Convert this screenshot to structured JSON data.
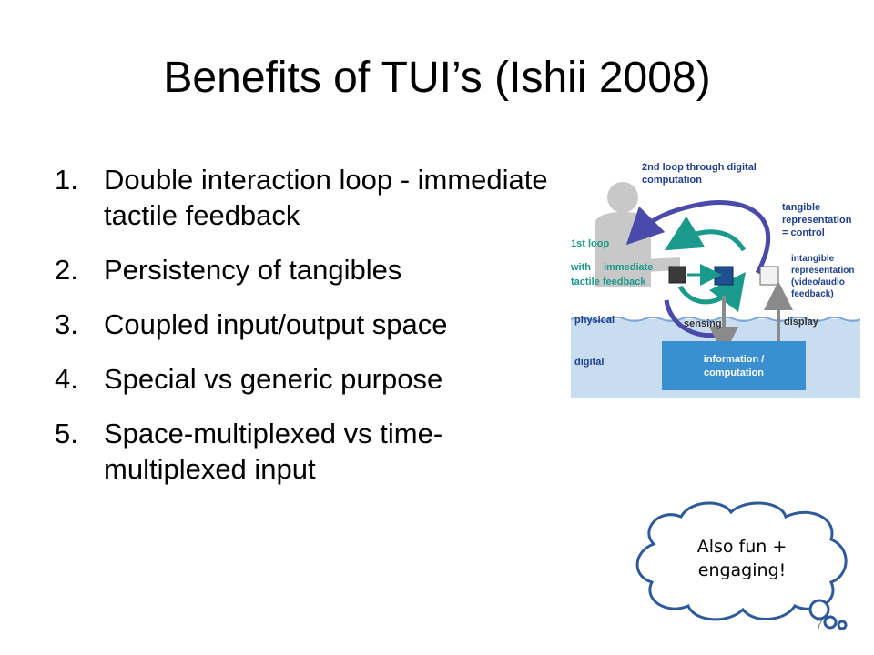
{
  "slide": {
    "title": "Benefits of TUI’s (Ishii 2008)",
    "page_number": "7"
  },
  "benefits": [
    {
      "num": "1.",
      "text": "Double interaction loop - immediate tactile feedback"
    },
    {
      "num": "2.",
      "text": "Persistency of tangibles"
    },
    {
      "num": "3.",
      "text": "Coupled input/output space"
    },
    {
      "num": "4.",
      "text": "Special vs generic purpose"
    },
    {
      "num": "5.",
      "text": "Space-multiplexed vs time-multiplexed input"
    }
  ],
  "diagram": {
    "loop2_line1": "2nd loop through digital",
    "loop2_line2": "computation",
    "tangible_line1": "tangible",
    "tangible_line2": "representation",
    "tangible_line3": "= control",
    "loop1_line1": "1st loop",
    "loop1_line2": "with",
    "loop1_line3": "tactile feedback",
    "immediate": "immediate",
    "intangible_line1": "intangible",
    "intangible_line2": "representation",
    "intangible_line3": "(video/audio",
    "intangible_line4": "feedback)",
    "physical": "physical",
    "sensing": "sensing",
    "display": "display",
    "digital": "digital",
    "info_line1": "information /",
    "info_line2": "computation",
    "colors": {
      "navy": "#1f3f8f",
      "teal": "#1a9a8a",
      "arrow_purple": "#4a4aaa",
      "water": "#c9ddf0",
      "info_box": "#3a8fd0"
    }
  },
  "callout": {
    "line1": "Also fun +",
    "line2": "engaging!"
  }
}
